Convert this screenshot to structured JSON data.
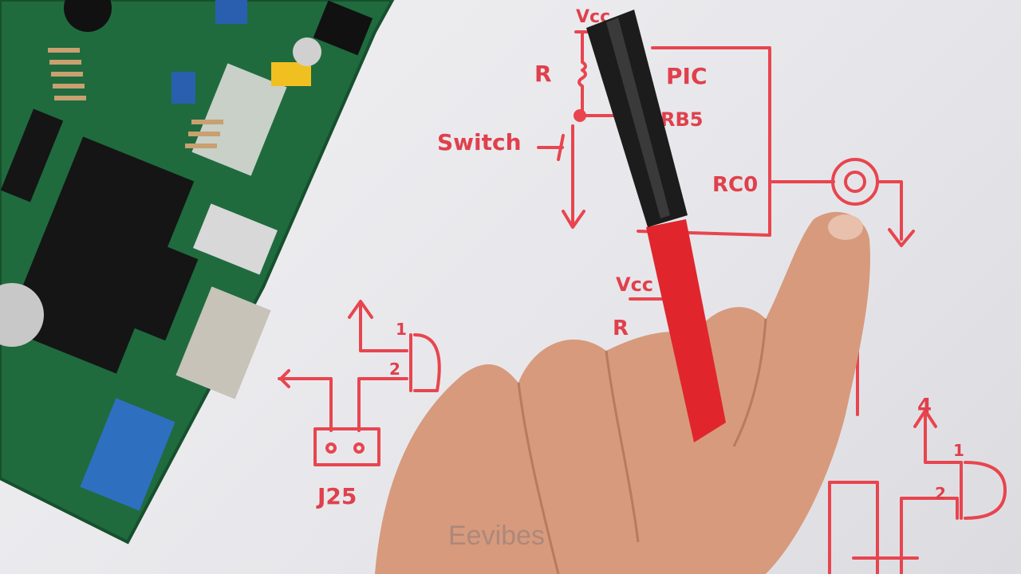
{
  "scene": {
    "description_labels": {
      "top_circuit": {
        "vcc": "Vcc",
        "resistor": "R",
        "chip": "PIC",
        "pin_in": "RB5",
        "switch": "Switch",
        "pin_out": "RC0"
      },
      "bottom_circuit": {
        "vcc": "Vcc",
        "resistor": "R",
        "buzzer_pin1": "1",
        "buzzer_pin2": "2",
        "jumper": "J25"
      },
      "right_circuit": {
        "supply": "4",
        "buzzer_pin1": "1",
        "buzzer_pin2": "2"
      }
    },
    "watermark": "Eevibes"
  },
  "colors": {
    "ink": "#e8454f",
    "pcb": "#1f6b3e",
    "paper": "#ececef",
    "skin": "#d99a7c",
    "marker_cap": "#1c1c1c",
    "marker_body": "#e0262c"
  }
}
